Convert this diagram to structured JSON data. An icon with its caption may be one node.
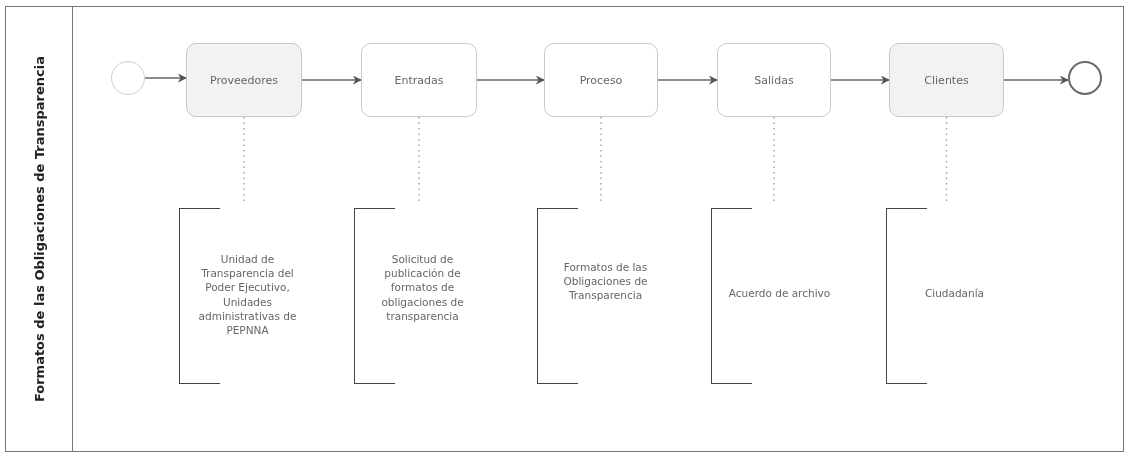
{
  "diagram": {
    "nodes": [
      {
        "text": [
          "Formatos de las Obligaciones de Transparencia"
        ]
      },
      {
        "text": [],
        "shape": "circle",
        "in": 0
      },
      {
        "text": [
          "Proveedores"
        ],
        "in": 0
      },
      {
        "text": [
          "Entradas"
        ],
        "in": 0
      },
      {
        "text": [
          "Proceso"
        ],
        "in": 0
      },
      {
        "text": [
          "Salidas"
        ],
        "in": 0
      },
      {
        "text": [
          "Clientes"
        ],
        "in": 0
      },
      {
        "text": [],
        "shape": "circle",
        "in": 0
      },
      {
        "text": [
          "Unidad de Transparencia del Poder Ejecutivo, Unidades administrativas de PEPNNA"
        ],
        "in": 0
      },
      {
        "text": [
          "Solicitud de publicación de formatos de obligaciones de transparencia"
        ],
        "in": 0
      },
      {
        "text": [
          "Formatos de las Obligaciones de Transparencia"
        ],
        "in": 0
      },
      {
        "text": [
          "Acuerdo de archivo"
        ],
        "in": 0
      },
      {
        "text": [
          "Ciudadanía"
        ],
        "in": 0
      }
    ],
    "edges": [
      {
        "from": 1,
        "to": 2,
        "arrow": "to"
      },
      {
        "from": 2,
        "to": 3,
        "arrow": "to"
      },
      {
        "from": 3,
        "to": 4,
        "arrow": "to"
      },
      {
        "from": 4,
        "to": 5,
        "arrow": "to"
      },
      {
        "from": 5,
        "to": 6,
        "arrow": "to"
      },
      {
        "from": 6,
        "to": 7,
        "arrow": "to"
      },
      {
        "from": 2,
        "to": 8,
        "arrow": "none",
        "style": "dashed"
      },
      {
        "from": 3,
        "to": 9,
        "arrow": "none",
        "style": "dashed"
      },
      {
        "from": 4,
        "to": 10,
        "arrow": "none",
        "style": "dashed"
      },
      {
        "from": 5,
        "to": 11,
        "arrow": "none",
        "style": "dashed"
      },
      {
        "from": 6,
        "to": 12,
        "arrow": "none",
        "style": "dashed"
      }
    ]
  }
}
